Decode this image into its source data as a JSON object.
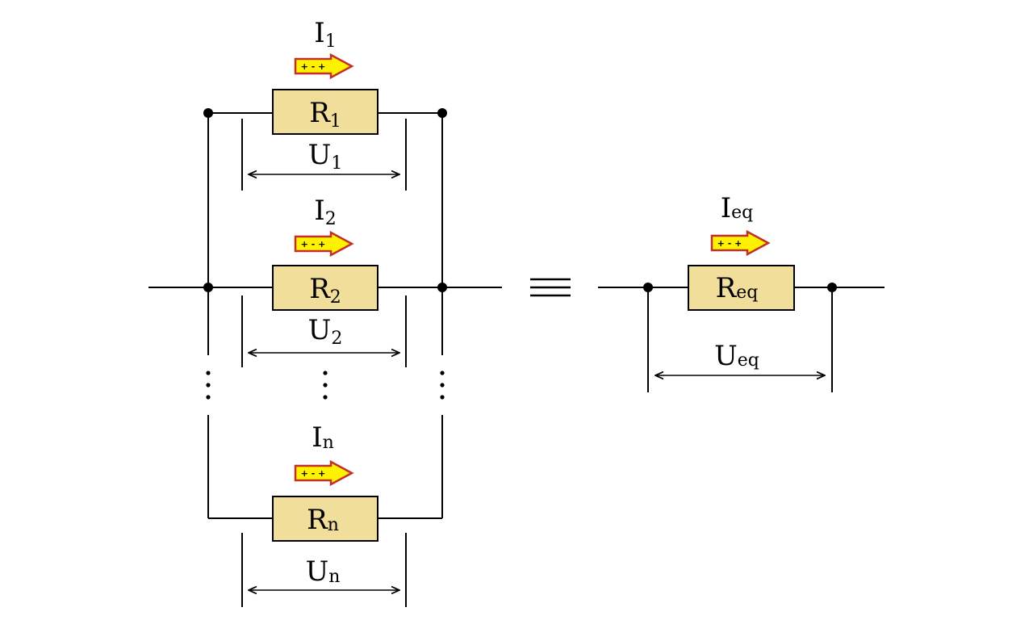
{
  "parallel": {
    "branches": [
      {
        "resistor": {
          "main": "R",
          "sub": "1"
        },
        "current": {
          "main": "I",
          "sub": "1"
        },
        "voltage": {
          "main": "U",
          "sub": "1"
        }
      },
      {
        "resistor": {
          "main": "R",
          "sub": "2"
        },
        "current": {
          "main": "I",
          "sub": "2"
        },
        "voltage": {
          "main": "U",
          "sub": "2"
        }
      },
      {
        "resistor": {
          "main": "R",
          "sub": "n"
        },
        "current": {
          "main": "I",
          "sub": "n"
        },
        "voltage": {
          "main": "U",
          "sub": "n"
        }
      }
    ],
    "arrow_signs": "+ - +"
  },
  "equivalent": {
    "resistor": {
      "main": "R",
      "sub": "eq"
    },
    "current": {
      "main": "I",
      "sub": "eq"
    },
    "voltage": {
      "main": "U",
      "sub": "eq"
    },
    "arrow_signs": "+ - +"
  },
  "colors": {
    "resistor_fill": "#f0de9a",
    "resistor_stroke": "#000000",
    "arrow_fill": "#fff200",
    "arrow_stroke": "#c0302a",
    "wire": "#000000"
  }
}
